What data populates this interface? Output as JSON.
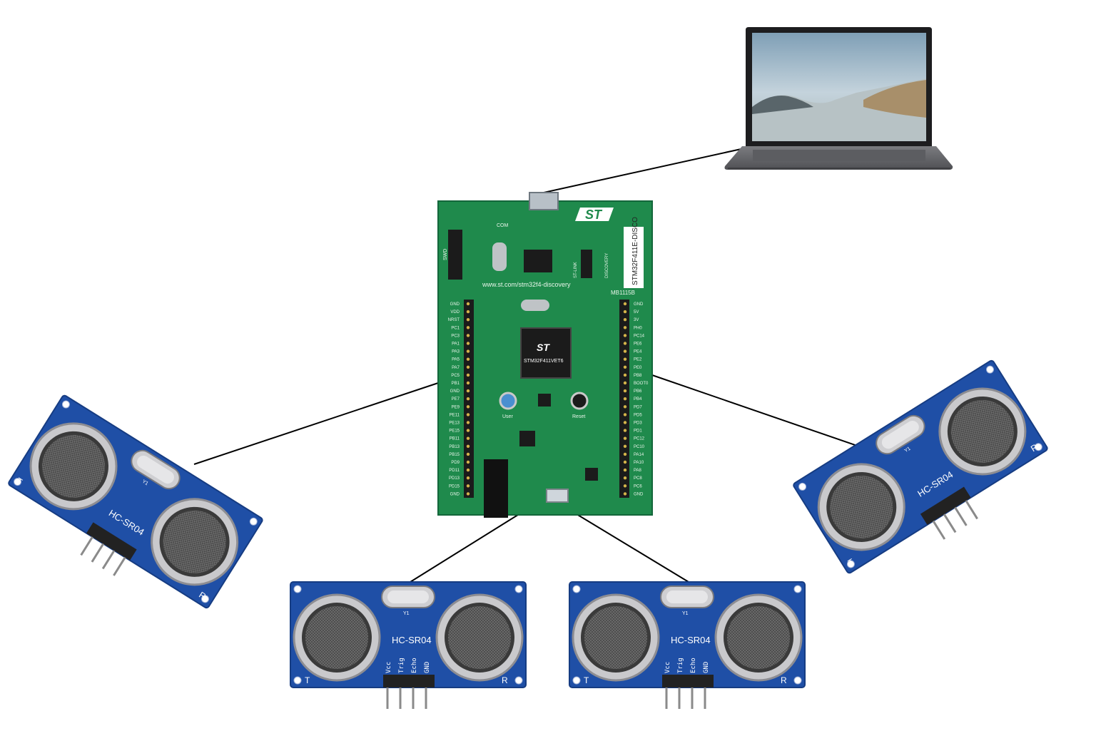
{
  "board": {
    "url_text": "www.st.com/stm32f4-discovery",
    "model_text": "STM32F411E-DISCO",
    "chip_text": "STM32F411VET6",
    "pcb_code": "MB1115B",
    "logo_text": "ST",
    "user_button_label": "User",
    "reset_button_label": "Reset",
    "com_label": "COM",
    "discovery_label": "DISCOVERY",
    "stlink_label": "ST-LINK",
    "swd_label": "SWD",
    "left_header_pins": [
      "GND",
      "VDD",
      "NRST",
      "PC1",
      "PC3",
      "PA1",
      "PA3",
      "PA5",
      "PA7",
      "PC5",
      "PB1",
      "GND",
      "PE7",
      "PE9",
      "PE11",
      "PE13",
      "PE15",
      "PB11",
      "PB13",
      "PB15",
      "PD9",
      "PD11",
      "PD13",
      "PD15",
      "GND"
    ],
    "right_header_pins": [
      "GND",
      "5V",
      "3V",
      "PH0",
      "PC14",
      "PE6",
      "PE4",
      "PE2",
      "PE0",
      "PB8",
      "BOOT0",
      "PB6",
      "PB4",
      "PD7",
      "PD5",
      "PD3",
      "PD1",
      "PC12",
      "PC10",
      "PA14",
      "PA10",
      "PA8",
      "PC8",
      "PC6",
      "GND"
    ],
    "colors": {
      "pcb": "#1f8a4c",
      "pcb_dark": "#13663a",
      "silk": "#e8f5ea",
      "chip": "#1b1b1b"
    }
  },
  "laptop": {
    "icon": "laptop-icon",
    "colors": {
      "bezel": "#1d1d1f",
      "body": "#6d6e72",
      "sky": "#9fb7c8",
      "water": "#b9c4c8"
    }
  },
  "sensor": {
    "model_text": "HC-SR04",
    "crystal_text": "Y1",
    "pin_labels": [
      "Vcc",
      "Trig",
      "Echo",
      "GND"
    ],
    "transmitter_mark": "T",
    "receiver_mark": "R",
    "colors": {
      "pcb": "#1f4fa6",
      "pcb_edge": "#163c82",
      "ring": "#c9c9cc",
      "mesh": "#5a5a5a",
      "pin": "#8a8a8a"
    }
  },
  "sensors": [
    {
      "id": "left"
    },
    {
      "id": "bottom-left"
    },
    {
      "id": "bottom-right"
    },
    {
      "id": "right"
    }
  ]
}
